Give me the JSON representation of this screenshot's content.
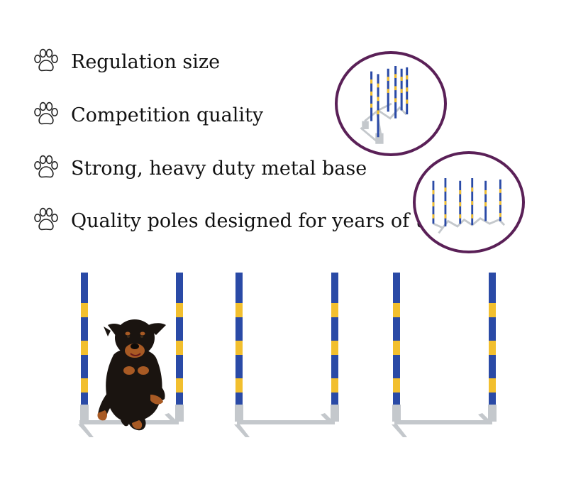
{
  "features": [
    {
      "label": "Regulation size",
      "icon": "paw-icon"
    },
    {
      "label": "Competition quality",
      "icon": "paw-icon"
    },
    {
      "label": "Strong, heavy duty metal base",
      "icon": "paw-icon"
    },
    {
      "label": "Quality poles designed for years of use",
      "icon": "paw-icon"
    }
  ],
  "colors": {
    "pole_blue": "#2a4aa6",
    "pole_yellow": "#f2bf2e",
    "circle_border": "#5a2057",
    "base_gray": "#c4c8cc",
    "text": "#111111"
  }
}
